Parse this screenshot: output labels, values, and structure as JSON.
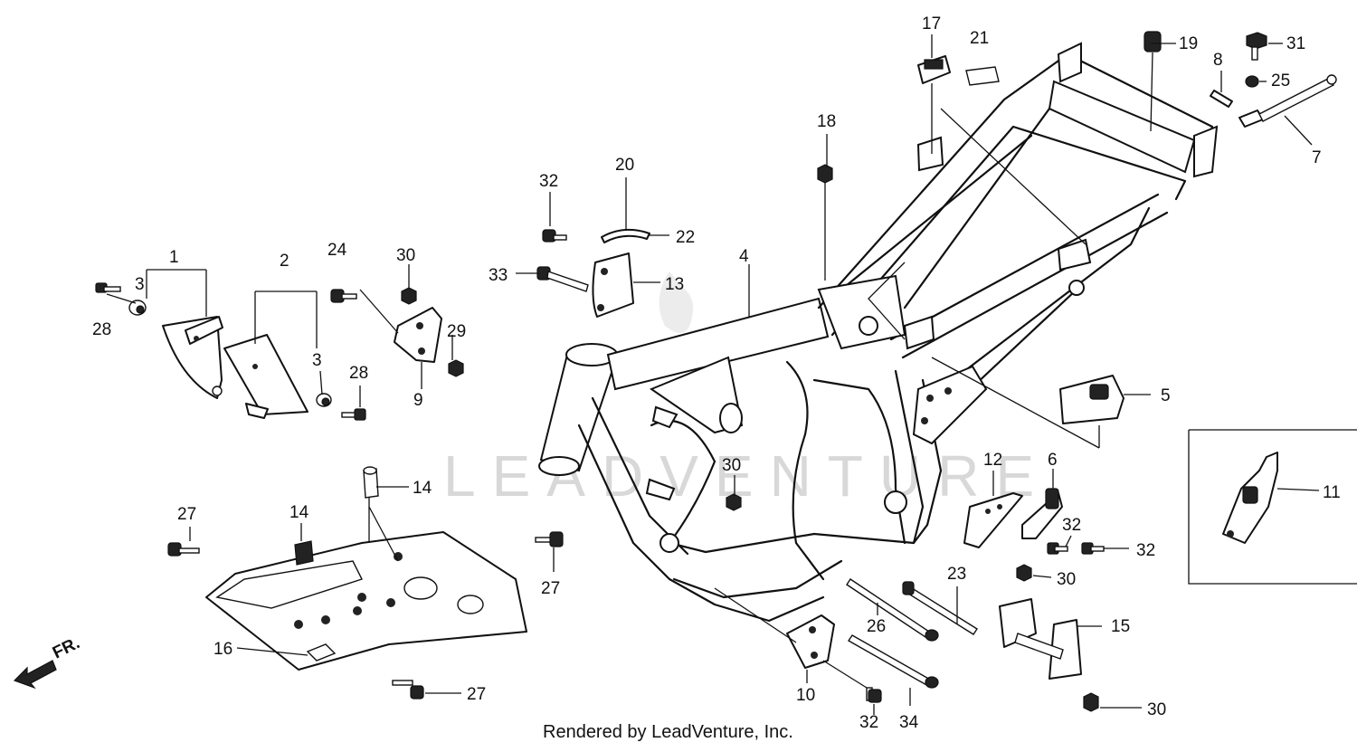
{
  "diagram": {
    "footer": "Rendered by LeadVenture, Inc.",
    "watermark": "LEADVENTURE",
    "direction_label": "FR.",
    "callouts": [
      {
        "id": "c1",
        "text": "1"
      },
      {
        "id": "c2",
        "text": "2"
      },
      {
        "id": "c3a",
        "text": "3"
      },
      {
        "id": "c3b",
        "text": "3"
      },
      {
        "id": "c4",
        "text": "4"
      },
      {
        "id": "c5",
        "text": "5"
      },
      {
        "id": "c6",
        "text": "6"
      },
      {
        "id": "c7",
        "text": "7"
      },
      {
        "id": "c8",
        "text": "8"
      },
      {
        "id": "c9",
        "text": "9"
      },
      {
        "id": "c10",
        "text": "10"
      },
      {
        "id": "c11",
        "text": "11"
      },
      {
        "id": "c12",
        "text": "12"
      },
      {
        "id": "c13",
        "text": "13"
      },
      {
        "id": "c14a",
        "text": "14"
      },
      {
        "id": "c14b",
        "text": "14"
      },
      {
        "id": "c15",
        "text": "15"
      },
      {
        "id": "c16",
        "text": "16"
      },
      {
        "id": "c17",
        "text": "17"
      },
      {
        "id": "c18",
        "text": "18"
      },
      {
        "id": "c19",
        "text": "19"
      },
      {
        "id": "c20",
        "text": "20"
      },
      {
        "id": "c21",
        "text": "21"
      },
      {
        "id": "c22",
        "text": "22"
      },
      {
        "id": "c23",
        "text": "23"
      },
      {
        "id": "c24",
        "text": "24"
      },
      {
        "id": "c25",
        "text": "25"
      },
      {
        "id": "c26",
        "text": "26"
      },
      {
        "id": "c27a",
        "text": "27"
      },
      {
        "id": "c27b",
        "text": "27"
      },
      {
        "id": "c27c",
        "text": "27"
      },
      {
        "id": "c28a",
        "text": "28"
      },
      {
        "id": "c28b",
        "text": "28"
      },
      {
        "id": "c29",
        "text": "29"
      },
      {
        "id": "c30a",
        "text": "30"
      },
      {
        "id": "c30b",
        "text": "30"
      },
      {
        "id": "c30c",
        "text": "30"
      },
      {
        "id": "c30d",
        "text": "30"
      },
      {
        "id": "c31",
        "text": "31"
      },
      {
        "id": "c32a",
        "text": "32"
      },
      {
        "id": "c32b",
        "text": "32"
      },
      {
        "id": "c32c",
        "text": "32"
      },
      {
        "id": "c32d",
        "text": "32"
      },
      {
        "id": "c33",
        "text": "33"
      },
      {
        "id": "c34",
        "text": "34"
      }
    ]
  }
}
